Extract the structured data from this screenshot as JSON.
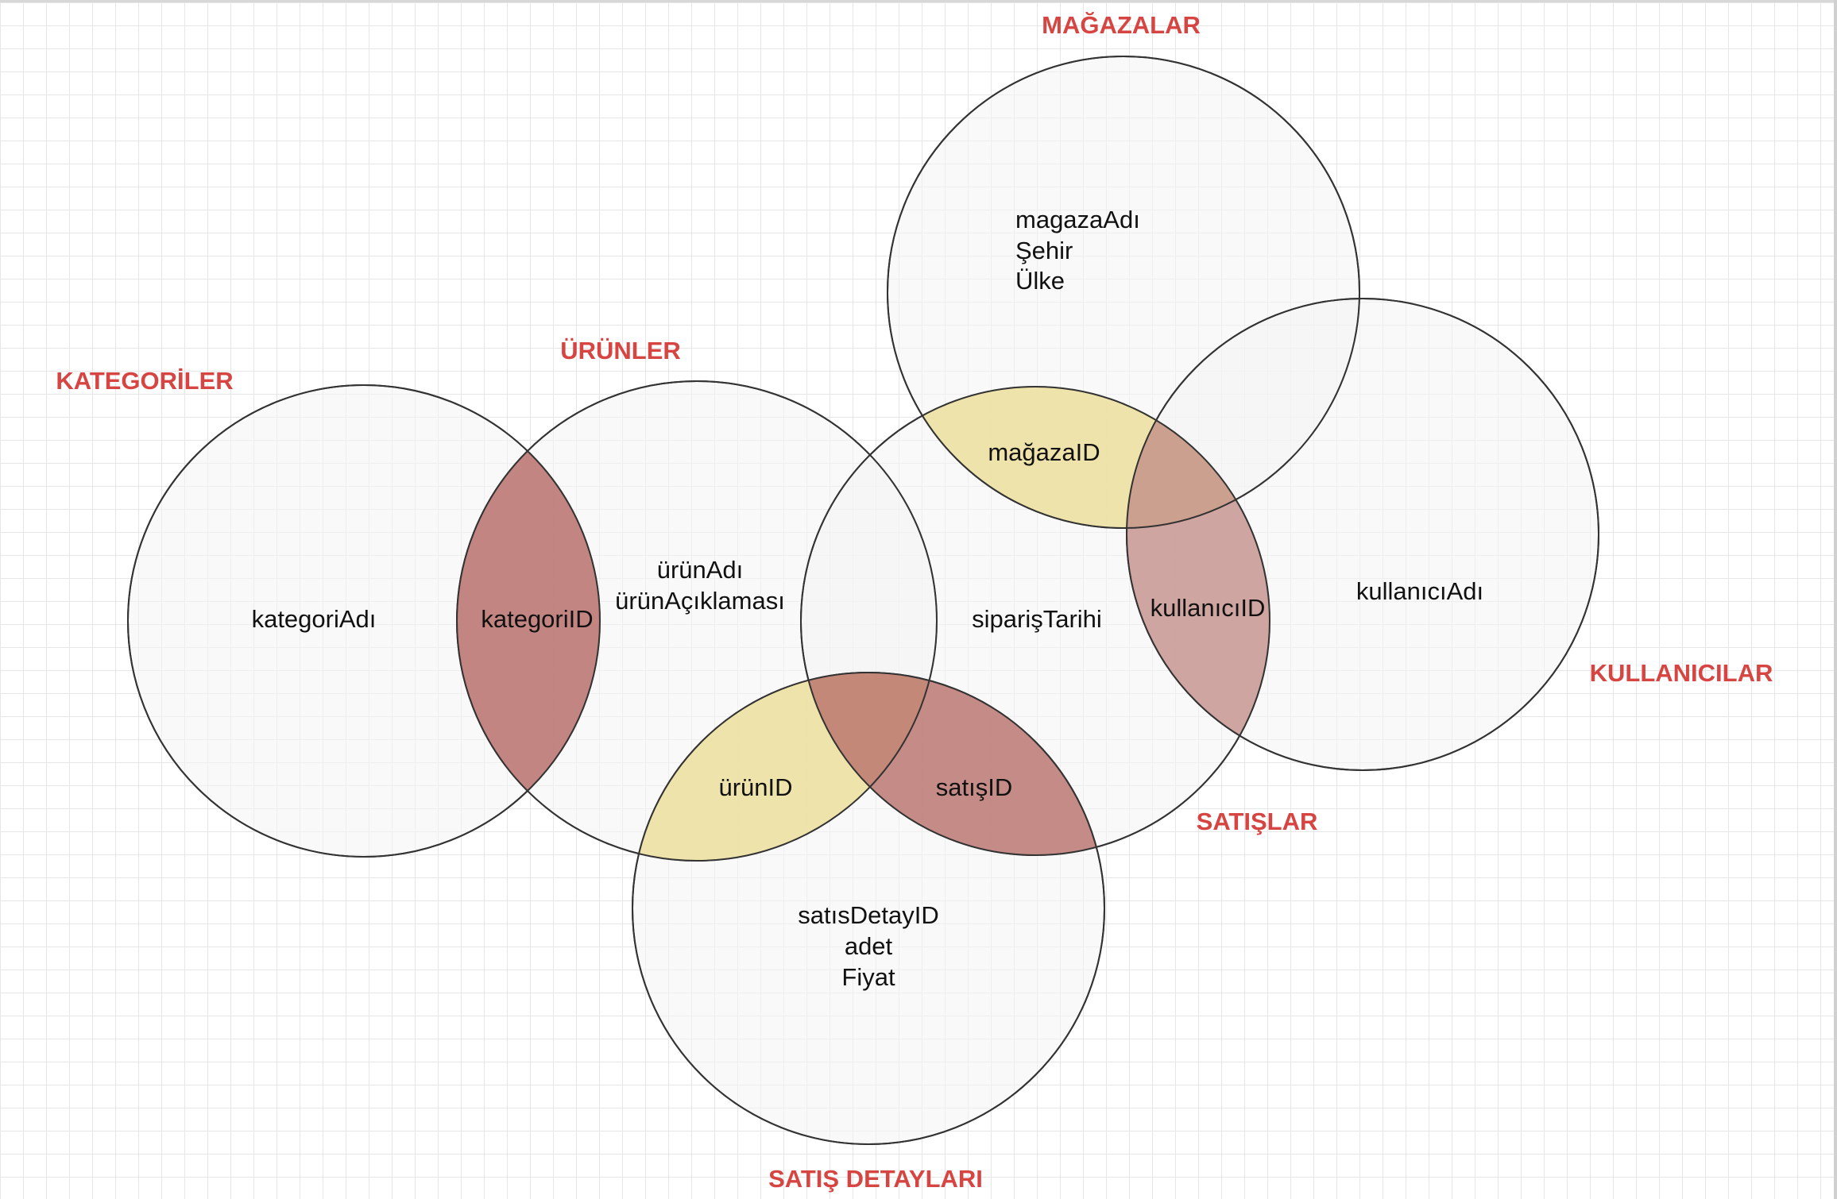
{
  "colors": {
    "title": "#d64541",
    "circle_fill": "#f4f4f4",
    "circle_stroke": "#333333",
    "key_red": "#b8716c",
    "key_yellow": "#ecdf9e",
    "key_overlap": "#c49a7e"
  },
  "sets": {
    "magazalar": {
      "title": "MAĞAZALAR",
      "fields": [
        "magazaAdı",
        "Şehir",
        "Ülke"
      ]
    },
    "kategoriler": {
      "title": "KATEGORİLER",
      "fields": [
        "kategoriAdı"
      ]
    },
    "urunler": {
      "title": "ÜRÜNLER",
      "fields": [
        "ürünAdı",
        "ürünAçıklaması"
      ]
    },
    "satislar": {
      "title": "SATIŞLAR",
      "fields": [
        "siparişTarihi"
      ]
    },
    "kullanicilar": {
      "title": "KULLANICILAR",
      "fields": [
        "kullanıcıAdı"
      ]
    },
    "satis_detaylari": {
      "title": "SATIŞ DETAYLARI",
      "fields": [
        "satısDetayID",
        "adet",
        "Fiyat"
      ]
    }
  },
  "keys": {
    "kategori_id": "kategoriID",
    "magaza_id": "mağazaID",
    "kullanici_id": "kullanıcıID",
    "urun_id": "ürünID",
    "satis_id": "satışID"
  }
}
